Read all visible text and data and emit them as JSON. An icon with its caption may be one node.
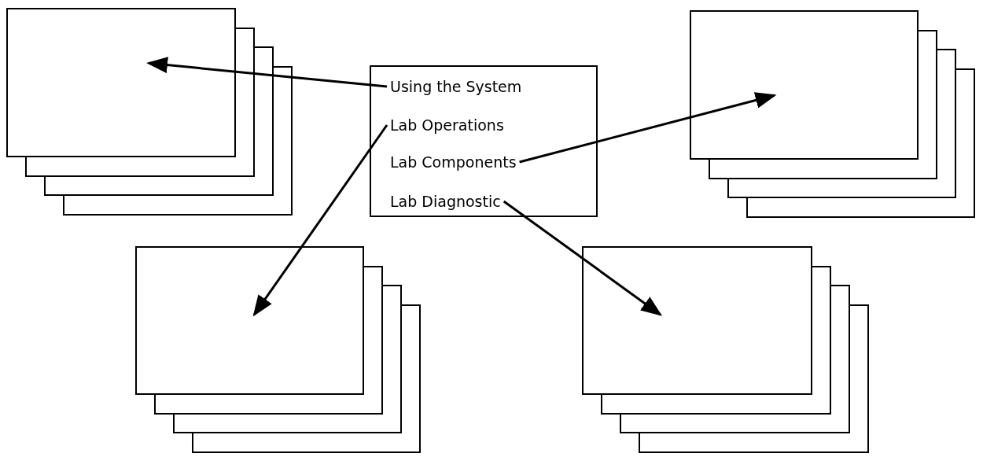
{
  "diagram": {
    "nodes": [
      {
        "text": [],
        "shape": "box"
      },
      {
        "text": [],
        "shape": "box"
      },
      {
        "text": [
          "Using the System"
        ],
        "in": 1
      },
      {
        "text": [
          "Lab Operations"
        ],
        "in": 1
      },
      {
        "text": [
          "Lab Components"
        ],
        "in": 1
      },
      {
        "text": [
          "Lab Diagnostic"
        ],
        "in": 1
      },
      {
        "text": [],
        "shape": "box"
      },
      {
        "text": [],
        "shape": "box"
      },
      {
        "text": [],
        "shape": "box"
      }
    ],
    "edges": [
      {
        "from": 2,
        "to": 0,
        "arrow": "to"
      },
      {
        "from": 3,
        "to": 7,
        "arrow": "to"
      },
      {
        "from": 4,
        "to": 6,
        "arrow": "to"
      },
      {
        "from": 5,
        "to": 8,
        "arrow": "to"
      }
    ]
  }
}
